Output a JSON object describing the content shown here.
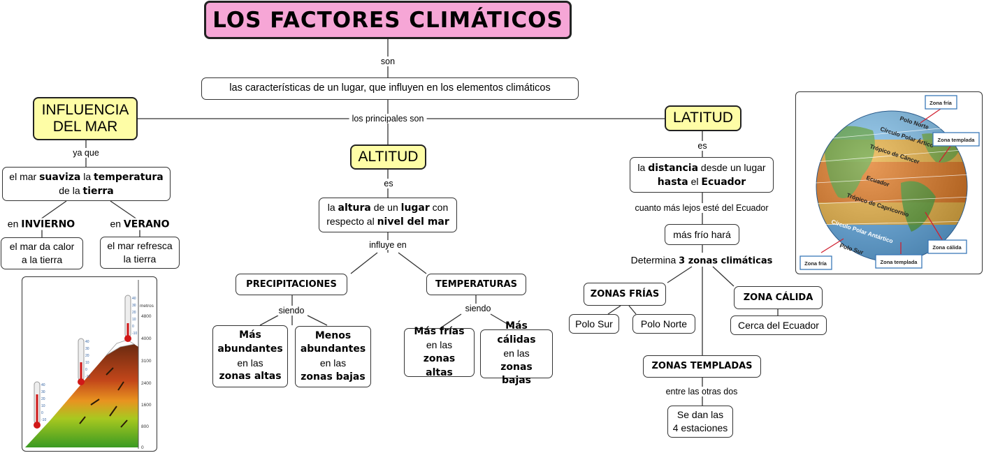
{
  "title": "LOS FACTORES CLIMÁTICOS",
  "link_son": "son",
  "definition": "las características de un lugar, que influyen en los elementos climáticos",
  "link_principales": "los principales son",
  "mar": {
    "title_l1": "INFLUENCIA",
    "title_l2": "DEL MAR",
    "link_ya_que": "ya que",
    "desc": {
      "a": "el mar ",
      "b": "suaviza",
      "c": " la ",
      "d": "temperatura",
      "e": "de la ",
      "f": "tierra"
    },
    "invierno": {
      "pre": "en ",
      "word": "INVIERNO"
    },
    "verano": {
      "pre": "en ",
      "word": "VERANO"
    },
    "invierno_desc_l1": "el mar da calor",
    "invierno_desc_l2": "a la tierra",
    "verano_desc_l1": "el mar refresca",
    "verano_desc_l2": "la tierra"
  },
  "mountain": {
    "unit": "metros",
    "heights": [
      "4800",
      "4000",
      "3100",
      "2400",
      "1600",
      "800",
      "0"
    ],
    "therm_ticks": [
      "40",
      "30",
      "20",
      "10",
      "0",
      "-10"
    ]
  },
  "altitud": {
    "title": "ALTITUD",
    "link_es": "es",
    "desc": {
      "a": "la ",
      "b": "altura",
      "c": " de un ",
      "d": "lugar",
      "e": " con",
      "f": "respecto al ",
      "g": "nivel del mar"
    },
    "link_influye": "influye en",
    "precip": "PRECIPITACIONES",
    "temps": "TEMPERATURAS",
    "link_siendo": "siendo",
    "mas_ab": {
      "l1": "Más",
      "l2": "abundantes",
      "l3": "en las",
      "l4": "zonas altas"
    },
    "menos_ab": {
      "l1": "Menos",
      "l2": "abundantes",
      "l3": "en las",
      "l4": "zonas bajas"
    },
    "mas_frias": {
      "l1": "Más frías",
      "l2": "en las",
      "l3": "zonas altas"
    },
    "mas_calidas": {
      "l1": "Más cálidas",
      "l2": "en las",
      "l3": "zonas bajas"
    }
  },
  "latitud": {
    "title": "LATITUD",
    "link_es": "es",
    "desc": {
      "a": "la ",
      "b": "distancia",
      "c": " desde un lugar",
      "d": "hasta",
      "e": " el ",
      "f": "Ecuador"
    },
    "link_cuanto": "cuanto más lejos esté del Ecuador",
    "mas_frio": "más frío hará",
    "determina": {
      "a": "Determina ",
      "b": "3 zonas climáticas"
    },
    "frias": "ZONAS FRÍAS",
    "calida": "ZONA CÁLIDA",
    "templadas": "ZONAS TEMPLADAS",
    "polo_sur": "Polo Sur",
    "polo_norte": "Polo Norte",
    "cerca_ecuador": "Cerca del Ecuador",
    "link_entre": "entre las otras dos",
    "estaciones_l1": "Se dan las",
    "estaciones_l2": "4 estaciones"
  },
  "globe": {
    "zona_fria": "Zona fría",
    "zona_templada": "Zona templada",
    "zona_calida": "Zona cálida",
    "polo_norte": "Polo Norte",
    "polo_sur": "Polo Sur",
    "circulo_artico": "Círculo Polar Ártico",
    "tropico_cancer": "Trópico de Cáncer",
    "ecuador": "Ecuador",
    "tropico_capricornio": "Trópico de Capricornio",
    "circulo_antartico": "Círculo Polar Antártico"
  }
}
